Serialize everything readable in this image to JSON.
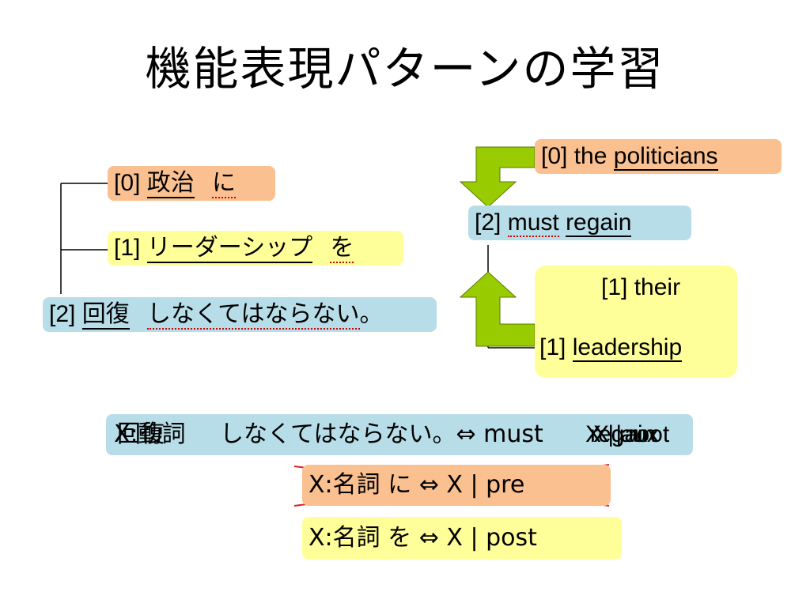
{
  "title": "機能表現パターンの学習",
  "ja_tree": {
    "n0": {
      "idx": "[0]",
      "word": "政治",
      "func": "に"
    },
    "n1": {
      "idx": "[1]",
      "word": "リーダーシップ",
      "func": "を"
    },
    "n2": {
      "idx": "[2]",
      "word": "回復",
      "func": "しなくてはならない",
      "punct": "。"
    }
  },
  "en_tree": {
    "n0": {
      "idx": "[0]",
      "pre": "the",
      "word": "politicians"
    },
    "n2": {
      "idx": "[2]",
      "func": "must",
      "word": "regain"
    },
    "n1a": {
      "idx": "[1]",
      "word": "their"
    },
    "n1b": {
      "idx": "[1]",
      "word": "leadership"
    }
  },
  "patterns": {
    "p1": {
      "overlap_a": "X:動詞",
      "overlap_b": "回復",
      "rest": "しなくてはならない。⇔ must",
      "x_a": "X | aux",
      "x_b": "regain",
      "x_c": "X | root"
    },
    "p2": {
      "text": "X:名詞 に ⇔ X | pre"
    },
    "p3": {
      "text": "X:名詞 を ⇔ X | post"
    }
  },
  "colors": {
    "orange": "#fac090",
    "yellow": "#ffff99",
    "blue": "#b7dde8",
    "green_arrow": "#99cc00",
    "strike": "#e02020"
  }
}
